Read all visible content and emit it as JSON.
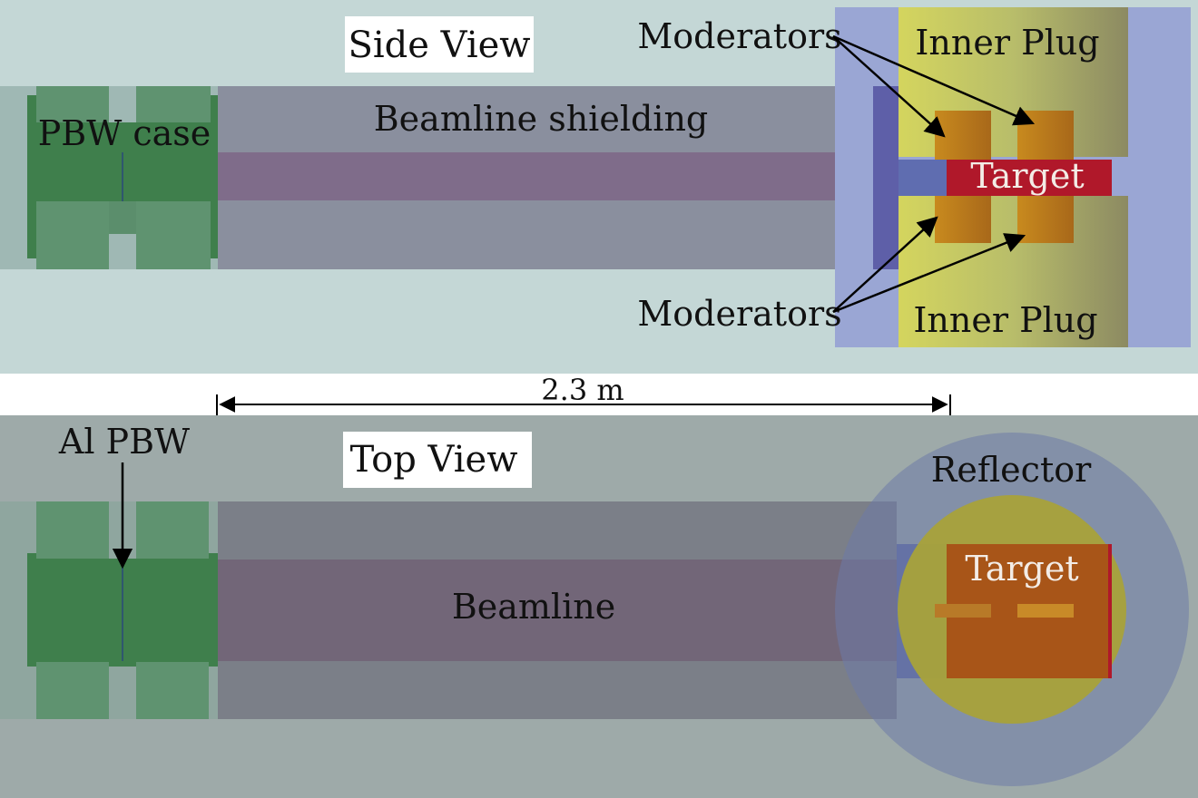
{
  "side_view": {
    "title": "Side View",
    "labels": {
      "pbw_case": "PBW case",
      "beamline_shielding": "Beamline shielding",
      "moderators_top": "Moderators",
      "moderators_bottom": "Moderators",
      "inner_plug_top": "Inner Plug",
      "inner_plug_bottom": "Inner Plug",
      "target": "Target"
    }
  },
  "top_view": {
    "title": "Top View",
    "labels": {
      "al_pbw": "Al PBW",
      "beamline": "Beamline",
      "reflector": "Reflector",
      "target": "Target"
    }
  },
  "dimension": {
    "label": "2.3 m"
  },
  "colors": {
    "side_background": "#c4d7d6",
    "top_background": "#9eaaa9",
    "shielding": "#8a8f9e",
    "beam_channel": "#7f6c8a",
    "pbw_green": "#3f7f4c",
    "pbw_light_green": "#5f9370",
    "reflector_blue": "#9aa6d4",
    "inner_plug_yellow": "#c8c860",
    "moderator_orange": "#bd7e1f",
    "target_red": "#b0182a",
    "top_target_orange": "#a85518"
  }
}
